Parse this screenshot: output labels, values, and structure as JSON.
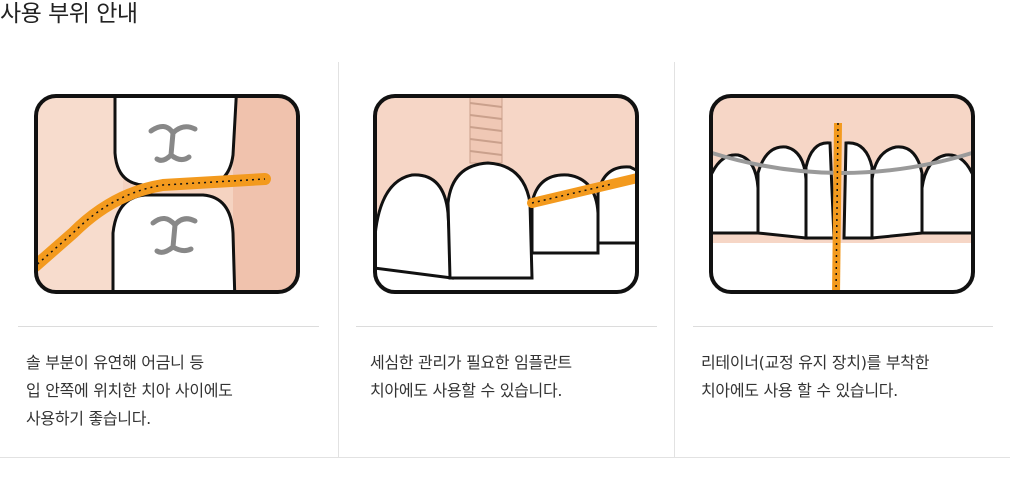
{
  "page": {
    "title": "사용 부위 안내"
  },
  "colors": {
    "accent_orange": "#f39a1e",
    "gum_pink": "#f6d6c6",
    "outline": "#111111",
    "divider": "#e2e2e2"
  },
  "cards": [
    {
      "illustration": "molar-brush-illustration",
      "lines": [
        "솔 부분이 유연해 어금니 등",
        "입 안쪽에 위치한 치아 사이에도",
        "사용하기 좋습니다."
      ]
    },
    {
      "illustration": "implant-brush-illustration",
      "lines": [
        "세심한 관리가 필요한 임플란트",
        "치아에도 사용할 수 있습니다."
      ]
    },
    {
      "illustration": "retainer-brush-illustration",
      "lines": [
        "리테이너(교정 유지 장치)를 부착한",
        "치아에도 사용 할 수 있습니다."
      ]
    }
  ]
}
